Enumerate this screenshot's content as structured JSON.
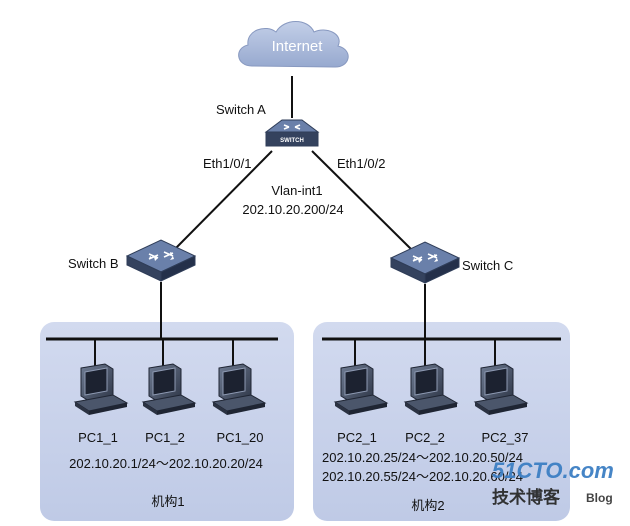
{
  "internet_label": "Internet",
  "switch_a": {
    "label": "Switch A",
    "badge": "SWITCH"
  },
  "switch_b": {
    "label": "Switch B"
  },
  "switch_c": {
    "label": "Switch C"
  },
  "port_left": "Eth1/0/1",
  "port_right": "Eth1/0/2",
  "vlan_label": "Vlan-int1",
  "vlan_ip": "202.10.20.200/24",
  "org1": {
    "name": "机构1",
    "pcs": [
      "PC1_1",
      "PC1_2",
      "PC1_20"
    ],
    "ip_range": "202.10.20.1/24～202.10.20.20/24"
  },
  "org2": {
    "name": "机构2",
    "pcs": [
      "PC2_1",
      "PC2_2",
      "PC2_37"
    ],
    "ip_range_1": "202.10.20.25/24～202.10.20.50/24",
    "ip_range_2": "202.10.20.55/24～202.10.20.60/24"
  },
  "watermark": {
    "site": "51CTO.com",
    "cn": "技术博客",
    "blog": "Blog"
  },
  "colors": {
    "cloud": "#aab9d9",
    "zone": "#c7d1ea",
    "device": "#3d4e6c",
    "device_top": "#647aa3",
    "link": "#111111"
  }
}
